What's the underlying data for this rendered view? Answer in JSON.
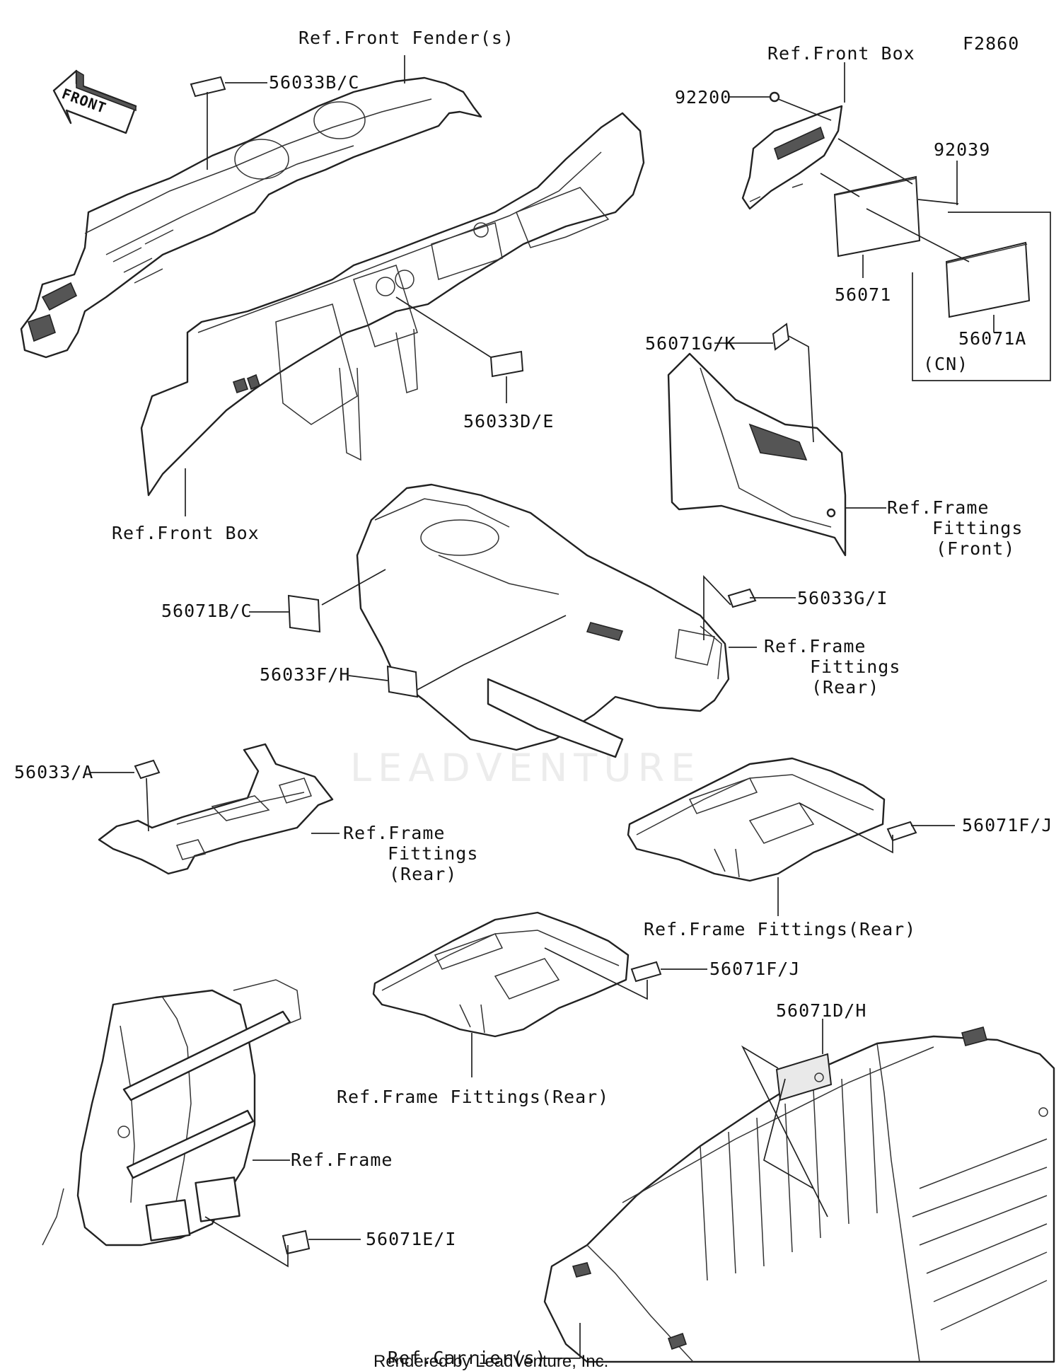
{
  "diagram_code": "F2860",
  "watermark": "LEADVENTURE",
  "front_arrow": {
    "text": "FRONT",
    "icon": "front-direction-arrow-icon"
  },
  "footer": "Rendered by LeadVenture, Inc.",
  "labels": {
    "ref_front_fenders": "Ref.Front Fender(s)",
    "p56033bc": "56033B/C",
    "ref_front_box_top": "Ref.Front Box",
    "p92200": "92200",
    "p92039": "92039",
    "p56071": "56071",
    "p56071a": "56071A",
    "cn": "(CN)",
    "p56033de": "56033D/E",
    "ref_front_box_left": "Ref.Front Box",
    "p56071gk": "56071G/K",
    "ref_frame_fittings_front": [
      "Ref.Frame",
      "Fittings",
      "(Front)"
    ],
    "p56071bc": "56071B/C",
    "p56033gi": "56033G/I",
    "ref_frame_fittings_rear_console": [
      "Ref.Frame",
      "Fittings",
      "(Rear)"
    ],
    "p56033fh": "56033F/H",
    "p56033a": "56033/A",
    "ref_frame_fittings_rear_plate": [
      "Ref.Frame",
      "Fittings",
      "(Rear)"
    ],
    "p56071fj_right": "56071F/J",
    "ref_frame_fittings_rear_tray_right": "Ref.Frame Fittings(Rear)",
    "p56071fj_mid": "56071F/J",
    "ref_frame_fittings_rear_tray_mid": "Ref.Frame Fittings(Rear)",
    "p56071dh": "56071D/H",
    "ref_frame": "Ref.Frame",
    "p56071ei": "56071E/I",
    "ref_carriers": "Ref.Carrier(s)"
  }
}
